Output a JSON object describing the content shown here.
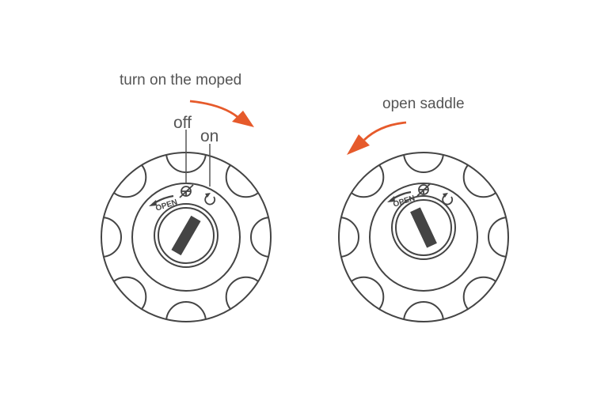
{
  "captions": {
    "turn_on": "turn on the moped",
    "open_saddle": "open saddle"
  },
  "switch_states": {
    "off": "off",
    "on": "on"
  },
  "dial_labels": {
    "open": "OPEN"
  },
  "icons": {
    "off_position": "crossed-steering-lock-icon",
    "on_position": "circular-arrow-icon",
    "arrow": "curved-arrow-icon"
  },
  "colors": {
    "line": "#444444",
    "arrow": "#e65a2b",
    "text": "#555555"
  }
}
